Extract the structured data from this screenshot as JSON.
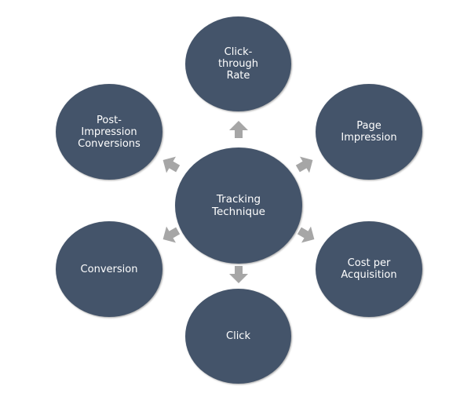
{
  "diagram": {
    "center": {
      "label": "Tracking\nTechnique"
    },
    "nodes": {
      "top": "Click-\nthrough\nRate",
      "upper_right": "Page\nImpression",
      "lower_right": "Cost per\nAcquisition",
      "bottom": "Click",
      "lower_left": "Conversion",
      "upper_left": "Post-\nImpression\nConversions"
    }
  },
  "colors": {
    "circle_fill": "#44546a",
    "arrow_fill": "#a6a6a6",
    "label_text": "#ffffff",
    "background": "#ffffff"
  },
  "icons": {
    "arrow": "block-arrow-outward"
  }
}
